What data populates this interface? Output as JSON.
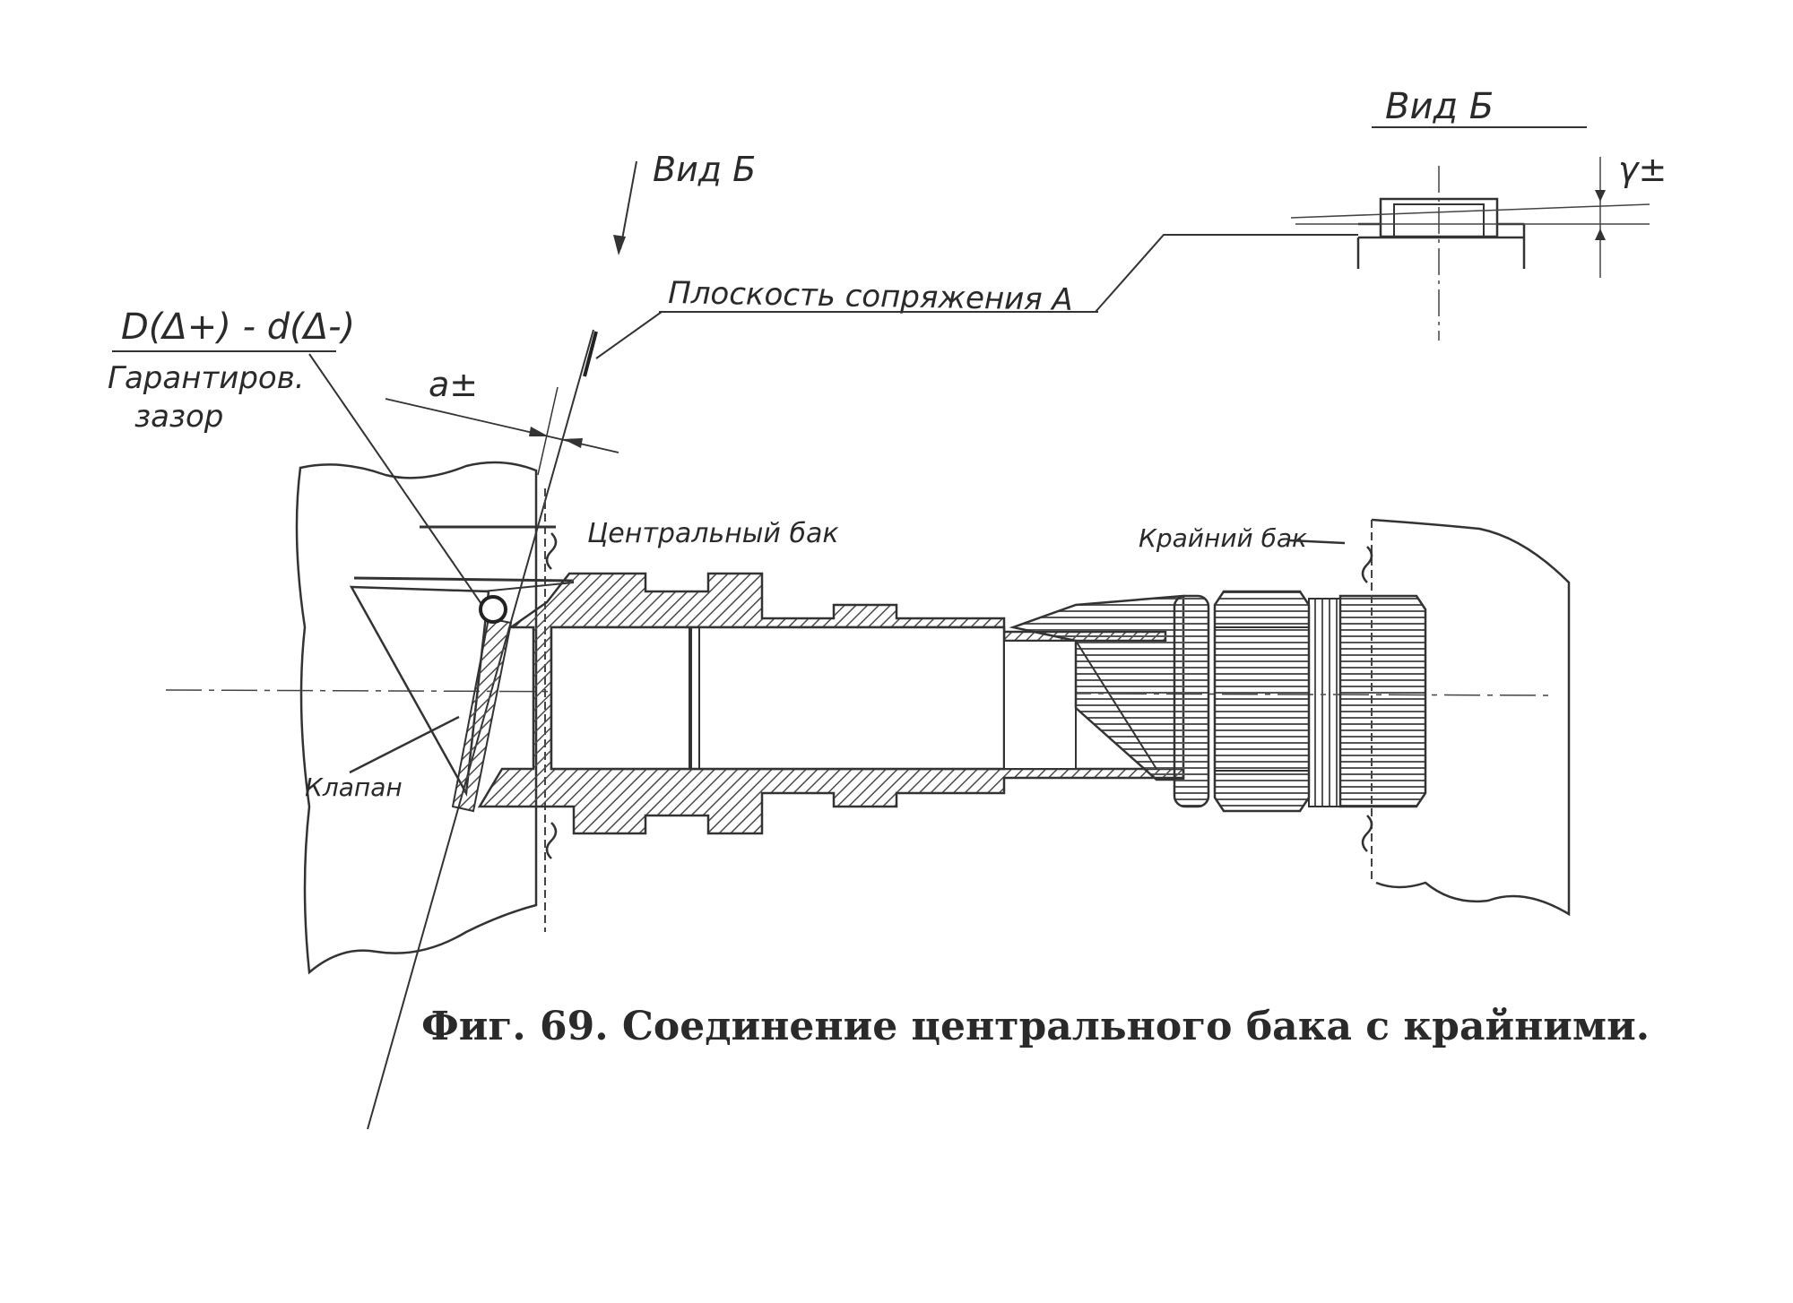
{
  "labels": {
    "view_b_top": "Вид Б",
    "view_b_pointer": "Вид Б",
    "mating_plane": "Плоскость сопряжения А",
    "tolerance_formula": "D(Δ+) - d(Δ-)",
    "guaranteed_clearance_line1": "Гарантиров.",
    "guaranteed_clearance_line2": "зазор",
    "dim_a": "a±",
    "dim_gamma": "γ±",
    "central_tank": "Центральный бак",
    "outer_tank": "Крайний бак",
    "valve": "Клапан"
  },
  "caption": "Фиг. 69. Соединение центрального бака с крайними.",
  "colors": {
    "ink": "#2a2a2a",
    "hatch": "#4a4a4a",
    "paper": "#ffffff"
  }
}
